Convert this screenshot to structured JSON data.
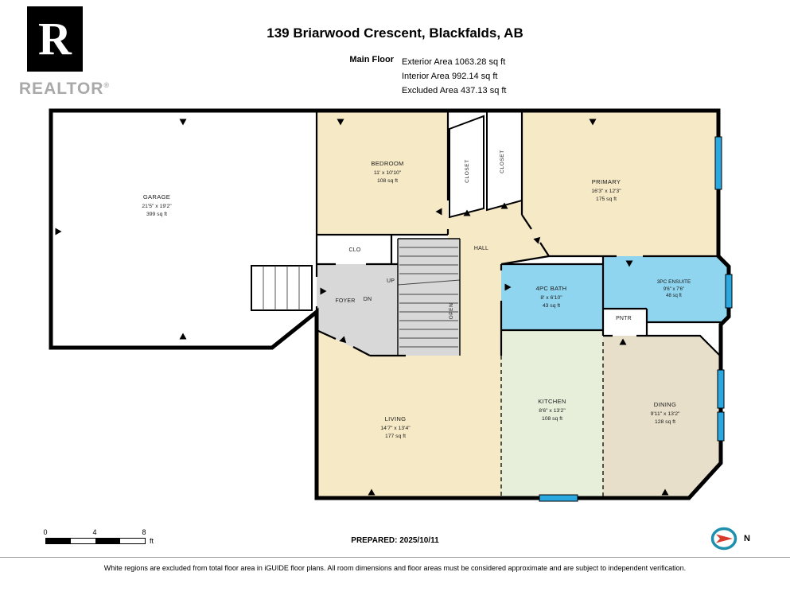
{
  "palette": {
    "tan": "#F6E9C6",
    "gray": "#D8D8D8",
    "bath": "#8FD5EF",
    "kitchen": "#E7EFDB",
    "dining": "#E7DFCA",
    "window": "#2AA8DF",
    "accent_red": "#D93A2B",
    "compass_teal": "#1F8FAE"
  },
  "logo": {
    "letter": "R",
    "word": "REALTOR",
    "registered": "®"
  },
  "header": {
    "title": "139 Briarwood Crescent, Blackfalds, AB",
    "floor_label": "Main Floor",
    "area_lines": [
      "Exterior Area 1063.28 sq ft",
      "Interior Area 992.14 sq ft",
      "Excluded Area 437.13 sq ft"
    ]
  },
  "rooms": {
    "garage": {
      "name": "GARAGE",
      "dims": "21'5\" x 19'2\"",
      "area": "399 sq ft"
    },
    "bedroom": {
      "name": "BEDROOM",
      "dims": "11' x 10'10\"",
      "area": "108 sq ft"
    },
    "closet1": {
      "name": "CLOSET"
    },
    "closet2": {
      "name": "CLOSET"
    },
    "primary": {
      "name": "PRIMARY",
      "dims": "16'3\" x 12'3\"",
      "area": "175 sq ft"
    },
    "clo": {
      "name": "CLO"
    },
    "hall": {
      "name": "HALL"
    },
    "foyer": {
      "name": "FOYER"
    },
    "up": {
      "name": "UP"
    },
    "dn": {
      "name": "DN"
    },
    "open": {
      "name": "OPEN"
    },
    "bath": {
      "name": "4PC BATH",
      "dims": "8' x 6'10\"",
      "area": "43 sq ft"
    },
    "ensuite": {
      "name": "3PC ENSUITE",
      "dims": "9'6\" x 7'6\"",
      "area": "48 sq ft"
    },
    "pntr": {
      "name": "PNTR"
    },
    "living": {
      "name": "LIVING",
      "dims": "14'7\" x 13'4\"",
      "area": "177 sq ft"
    },
    "kitchen": {
      "name": "KITCHEN",
      "dims": "8'6\" x 13'2\"",
      "area": "108 sq ft"
    },
    "dining": {
      "name": "DINING",
      "dims": "9'11\" x 13'2\"",
      "area": "128 sq ft"
    }
  },
  "footer": {
    "scale": {
      "zero": "0",
      "four": "4",
      "eight": "8",
      "unit": "ft"
    },
    "prepared": "PREPARED: 2025/10/11",
    "compass_label": "N",
    "disclaimer": "White regions are excluded from total floor area in iGUIDE floor plans. All room dimensions and floor areas must be considered approximate and are subject to independent verification."
  }
}
